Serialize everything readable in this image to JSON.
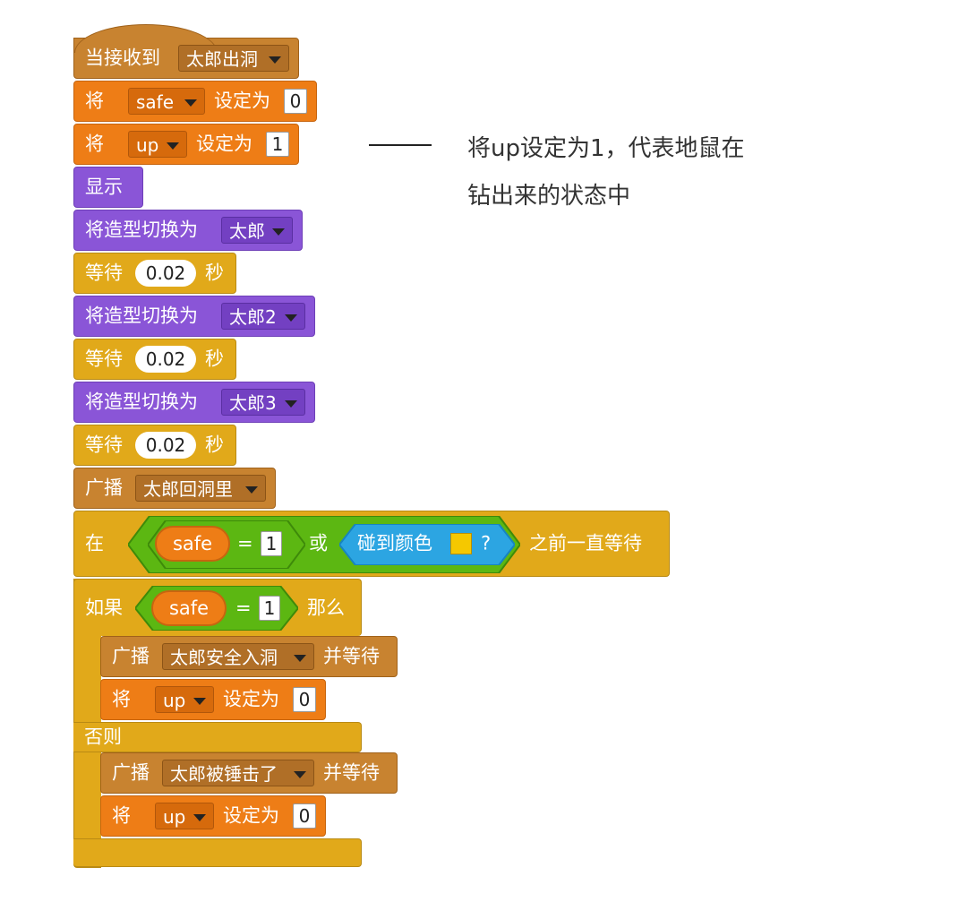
{
  "when_received": {
    "label": "当接收到",
    "message": "太郎出洞"
  },
  "set_safe": {
    "label": "将",
    "var": "safe",
    "to": "设定为",
    "value": "0"
  },
  "set_up": {
    "label": "将",
    "var": "up",
    "to": "设定为",
    "value": "1"
  },
  "show": {
    "label": "显示"
  },
  "switch1": {
    "label": "将造型切换为",
    "costume": "太郎"
  },
  "wait1": {
    "label": "等待",
    "secs": "0.02",
    "unit": "秒"
  },
  "switch2": {
    "label": "将造型切换为",
    "costume": "太郎2"
  },
  "wait2": {
    "label": "等待",
    "secs": "0.02",
    "unit": "秒"
  },
  "switch3": {
    "label": "将造型切换为",
    "costume": "太郎3"
  },
  "wait3": {
    "label": "等待",
    "secs": "0.02",
    "unit": "秒"
  },
  "broadcast1": {
    "label": "广播",
    "message": "太郎回洞里"
  },
  "wait_until": {
    "label": "在",
    "var": "safe",
    "eq": "=",
    "value": "1",
    "or": "或",
    "touch_color": "碰到颜色",
    "question": "?",
    "color": "#f5c800",
    "suffix": "之前一直等待"
  },
  "if_else": {
    "if": "如果",
    "var": "safe",
    "eq": "=",
    "value": "1",
    "then": "那么",
    "else": "否则",
    "b_safe": {
      "label": "广播",
      "message": "太郎安全入洞",
      "wait": "并等待"
    },
    "set_up_a": {
      "label": "将",
      "var": "up",
      "to": "设定为",
      "value": "0"
    },
    "b_hit": {
      "label": "广播",
      "message": "太郎被锤击了",
      "wait": "并等待"
    },
    "set_up_b": {
      "label": "将",
      "var": "up",
      "to": "设定为",
      "value": "0"
    }
  },
  "annotation": {
    "line1": "将up设定为1，代表地鼠在",
    "line2": "钻出来的状态中"
  }
}
